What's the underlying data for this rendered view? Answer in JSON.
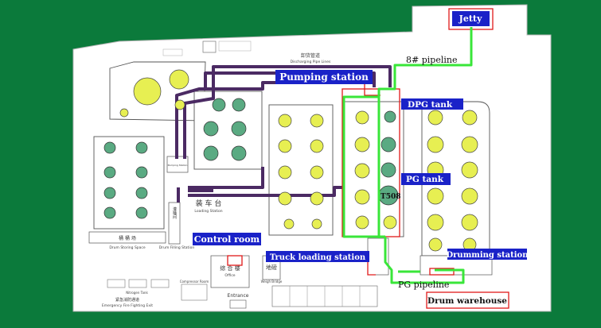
{
  "callouts": {
    "jetty": "Jetty",
    "pumping_station": "Pumping station",
    "dpg_tank": "DPG tank",
    "pg_tank": "PG tank",
    "t508": "T508",
    "control_room": "Control room",
    "truck_loading_station": "Truck loading station",
    "drumming_station": "Drumming station",
    "drum_warehouse": "Drum warehouse"
  },
  "pipelines": {
    "pipeline_8": "8# pipeline",
    "pg_pipeline": "PG pipeline"
  },
  "plan_labels": {
    "discharging_pipe_lines_cn": "卸货管道",
    "discharging_pipe_lines": "Discharging Pipe Lines",
    "loading_station_cn": "装 车 台",
    "loading_station": "Loading Station",
    "drum_storing_space_cn": "桶 桶 场",
    "drum_storing_space": "Drum Storing Space",
    "drum_filling_station": "Drum Filling Station",
    "office_cn": "综 合 楼",
    "office": "Office",
    "weigh_bridge_cn": "地磅",
    "weigh_bridge": "Weigh Bridge",
    "entrance": "Entrance",
    "emergency_fire_fighting_exit_cn": "紧急消防通道",
    "emergency_fire_fighting_exit": "Emergency Fire Fighting Exit",
    "compressor_room": "Compressor Room",
    "nitrogen_tank": "Nitrogen Tank",
    "pumping_station": "Pumping Station",
    "drum_filling_cn": "灌桶间"
  },
  "colors": {
    "background": "#0b7a3b",
    "callout_fill": "#1a22c8",
    "pipe_green": "#39e639",
    "pipe_purple": "#4b2a63",
    "red_line": "#e01a1a",
    "tank_yellow": "#e7ef52",
    "tank_teal": "#5aaa82"
  }
}
